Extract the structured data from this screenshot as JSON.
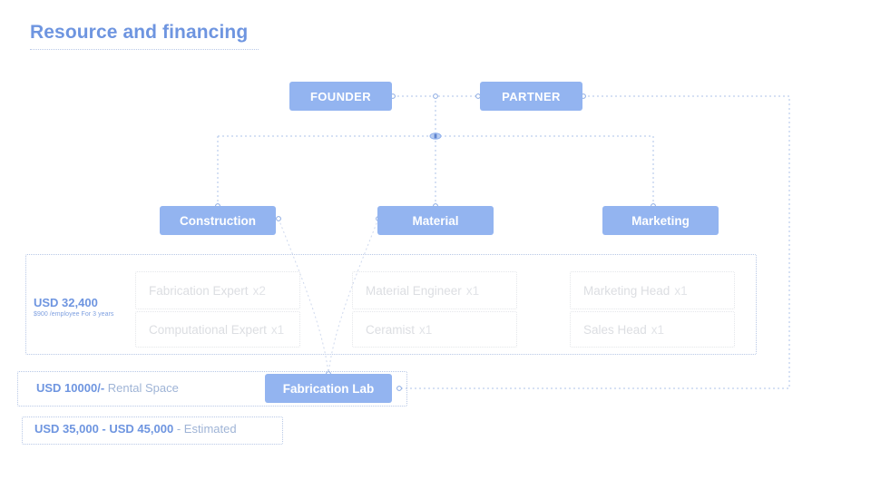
{
  "page": {
    "title": "Resource and financing",
    "accent": "#6e95e0",
    "node_fill": "#93b4f0",
    "region_border": "#b8c8e6",
    "chip_text": "#dcdee2"
  },
  "org": {
    "level1": [
      {
        "label": "FOUNDER"
      },
      {
        "label": "PARTNER"
      }
    ],
    "level2": [
      {
        "label": "Construction"
      },
      {
        "label": "Material"
      },
      {
        "label": "Marketing"
      }
    ],
    "facility": {
      "label": "Fabrication Lab"
    }
  },
  "staffing": {
    "cost": {
      "amount": "USD 32,400",
      "note": "$900 /employee For 3 years"
    },
    "columns": [
      {
        "parent": "Construction",
        "roles": [
          {
            "name": "Fabrication Expert",
            "count": "x2"
          },
          {
            "name": "Computational Expert",
            "count": "x1"
          }
        ]
      },
      {
        "parent": "Material",
        "roles": [
          {
            "name": "Material Engineer",
            "count": " x1"
          },
          {
            "name": "Ceramist",
            "count": "x1"
          }
        ]
      },
      {
        "parent": "Marketing",
        "roles": [
          {
            "name": "Marketing Head",
            "count": "x1"
          },
          {
            "name": "Sales Head",
            "count": "x1"
          }
        ]
      }
    ]
  },
  "rental": {
    "amount": "USD 10000/-",
    "description": "Rental Space"
  },
  "total": {
    "amount": "USD 35,000 - USD 45,000",
    "description": "- Estimated"
  }
}
